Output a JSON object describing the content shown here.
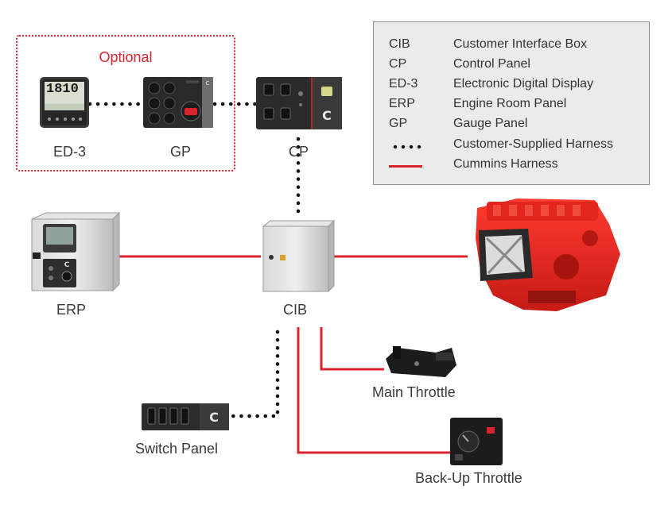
{
  "optional_group": {
    "title": "Optional"
  },
  "components": {
    "ed3": {
      "label": "ED-3",
      "display_value": "1810"
    },
    "gp": {
      "label": "GP"
    },
    "cp": {
      "label": "CP"
    },
    "erp": {
      "label": "ERP"
    },
    "cib": {
      "label": "CIB"
    },
    "main_throttle": {
      "label": "Main Throttle"
    },
    "switch_panel": {
      "label": "Switch Panel"
    },
    "backup_throttle": {
      "label": "Back-Up Throttle"
    }
  },
  "legend": {
    "rows": [
      {
        "abbr": "CIB",
        "desc": "Customer Interface Box"
      },
      {
        "abbr": "CP",
        "desc": "Control Panel"
      },
      {
        "abbr": "ED-3",
        "desc": "Electronic Digital Display"
      },
      {
        "abbr": "ERP",
        "desc": "Engine Room Panel"
      },
      {
        "abbr": "GP",
        "desc": "Gauge Panel"
      }
    ],
    "customer_harness": {
      "desc": "Customer-Supplied Harness"
    },
    "cummins_harness": {
      "desc": "Cummins Harness"
    }
  },
  "colors": {
    "cummins_harness": "#d9242f",
    "customer_harness": "#111111",
    "optional_border": "#d9242f"
  }
}
